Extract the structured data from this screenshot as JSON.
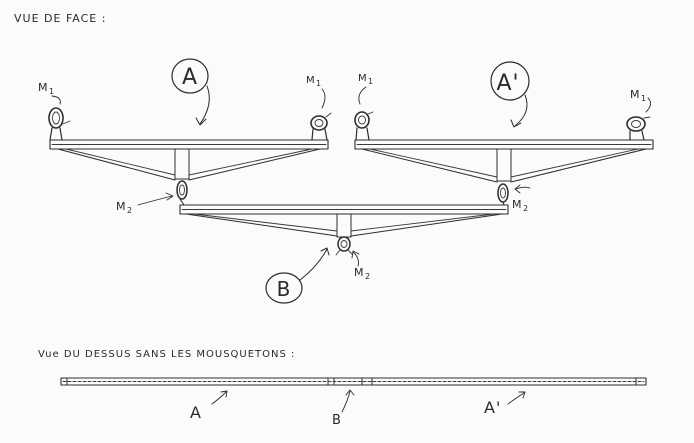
{
  "front_view": {
    "title": "VUE DE FACE :",
    "labels": {
      "A": "A",
      "A_prime": "A'",
      "B": "B",
      "M1": {
        "letter": "M",
        "sub": "1"
      },
      "M2": {
        "letter": "M",
        "sub": "2"
      }
    }
  },
  "top_view": {
    "title": "Vue DU DESSUS SANS LES MOUSQUETONS :",
    "labels": {
      "A": "A",
      "B": "B",
      "A_prime": "A'"
    }
  },
  "colors": {
    "ink": "#2c2c2c",
    "paper": "#fbfbf9"
  },
  "icons": [
    "carabiner-icon",
    "arrow-icon"
  ]
}
